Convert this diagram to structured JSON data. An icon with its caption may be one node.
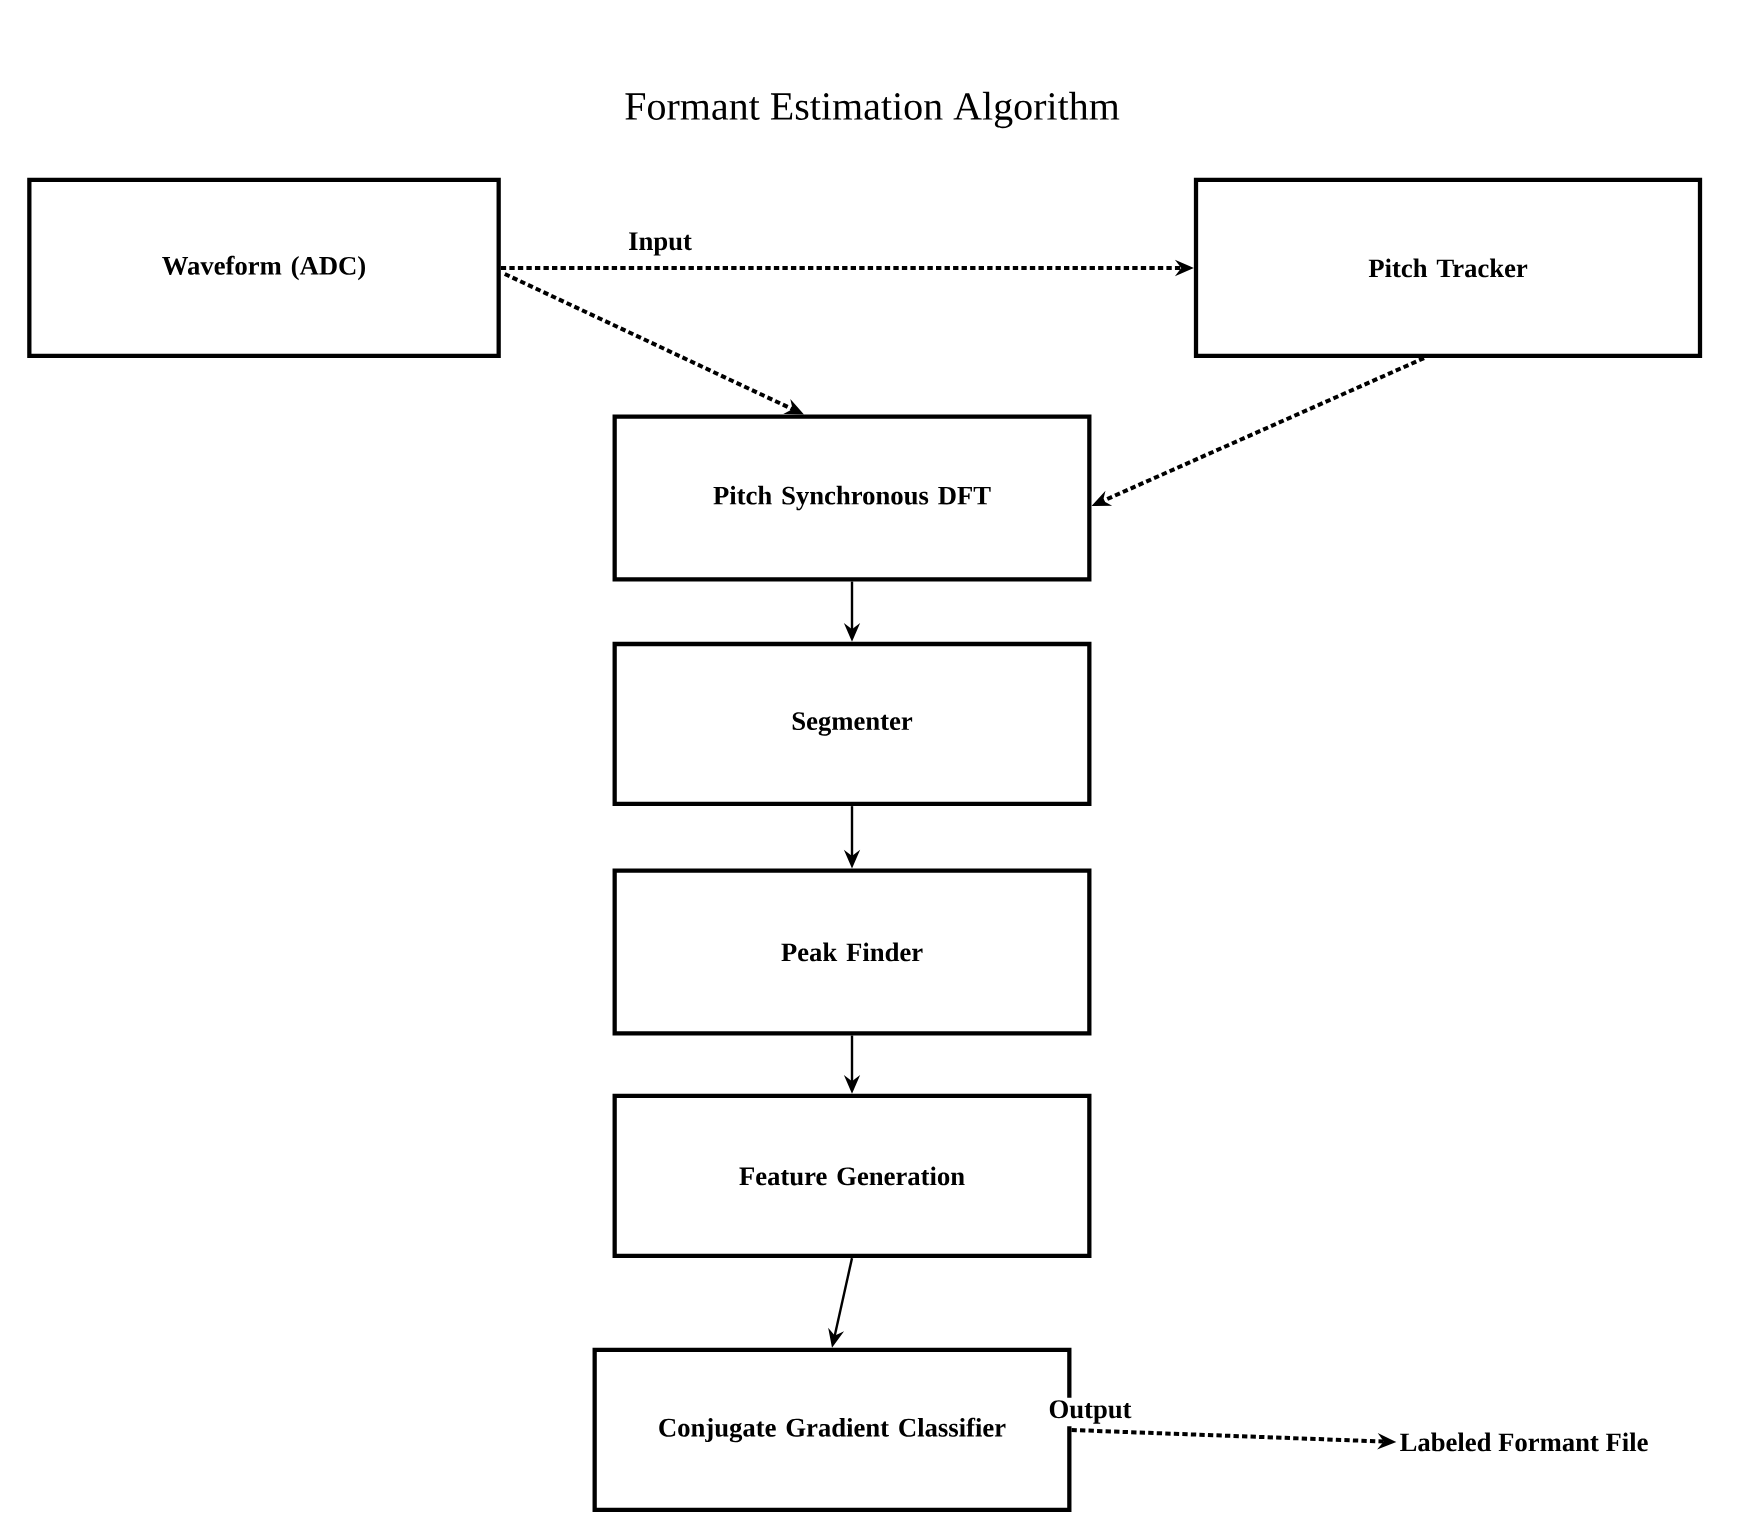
{
  "diagram": {
    "title": "Formant Estimation Algorithm",
    "nodes": [
      {
        "text": [
          "Waveform (ADC)"
        ]
      },
      {
        "text": [
          "Pitch Tracker"
        ]
      },
      {
        "text": [
          "Pitch Synchronous DFT"
        ]
      },
      {
        "text": [
          "Segmenter"
        ]
      },
      {
        "text": [
          "Peak Finder"
        ]
      },
      {
        "text": [
          "Feature Generation"
        ]
      },
      {
        "text": [
          "Conjugate Gradient Classifier"
        ]
      },
      {
        "text": [
          "Labeled Formant File"
        ]
      }
    ],
    "edges": [
      {
        "from": 0,
        "to": 1,
        "arrow": "to",
        "label": "Input",
        "style": "dashed"
      },
      {
        "from": 0,
        "to": 2,
        "arrow": "to",
        "style": "dashed"
      },
      {
        "from": 1,
        "to": 2,
        "arrow": "to",
        "style": "dashed"
      },
      {
        "from": 2,
        "to": 3,
        "arrow": "to"
      },
      {
        "from": 3,
        "to": 4,
        "arrow": "to"
      },
      {
        "from": 4,
        "to": 5,
        "arrow": "to"
      },
      {
        "from": 5,
        "to": 6,
        "arrow": "to"
      },
      {
        "from": 6,
        "to": 7,
        "arrow": "to",
        "label": "Output",
        "style": "dashed"
      }
    ]
  }
}
